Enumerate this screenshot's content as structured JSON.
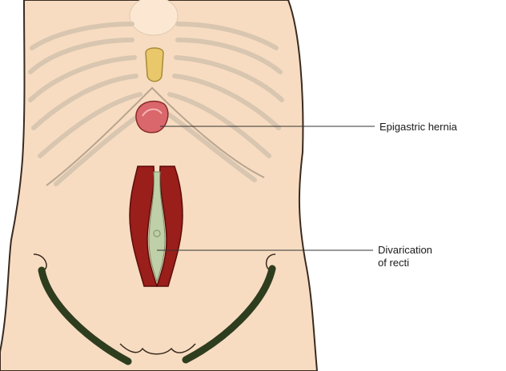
{
  "labels": {
    "epigastric_hernia": "Epigastric hernia",
    "divarication_line1": "Divarication",
    "divarication_line2": "of recti"
  },
  "colors": {
    "skin": "#f7dcc1",
    "skin_outline": "#3a2a20",
    "rib": "#d9c6b0",
    "muscle": "#9a1e1a",
    "muscle_edge": "#5a0d0b",
    "linea_gap": "#bfcfa7",
    "hernia": "#d9676b",
    "xiphoid": "#e8c86a",
    "inguinal": "#2f3d1f",
    "leader_line": "#333333"
  }
}
